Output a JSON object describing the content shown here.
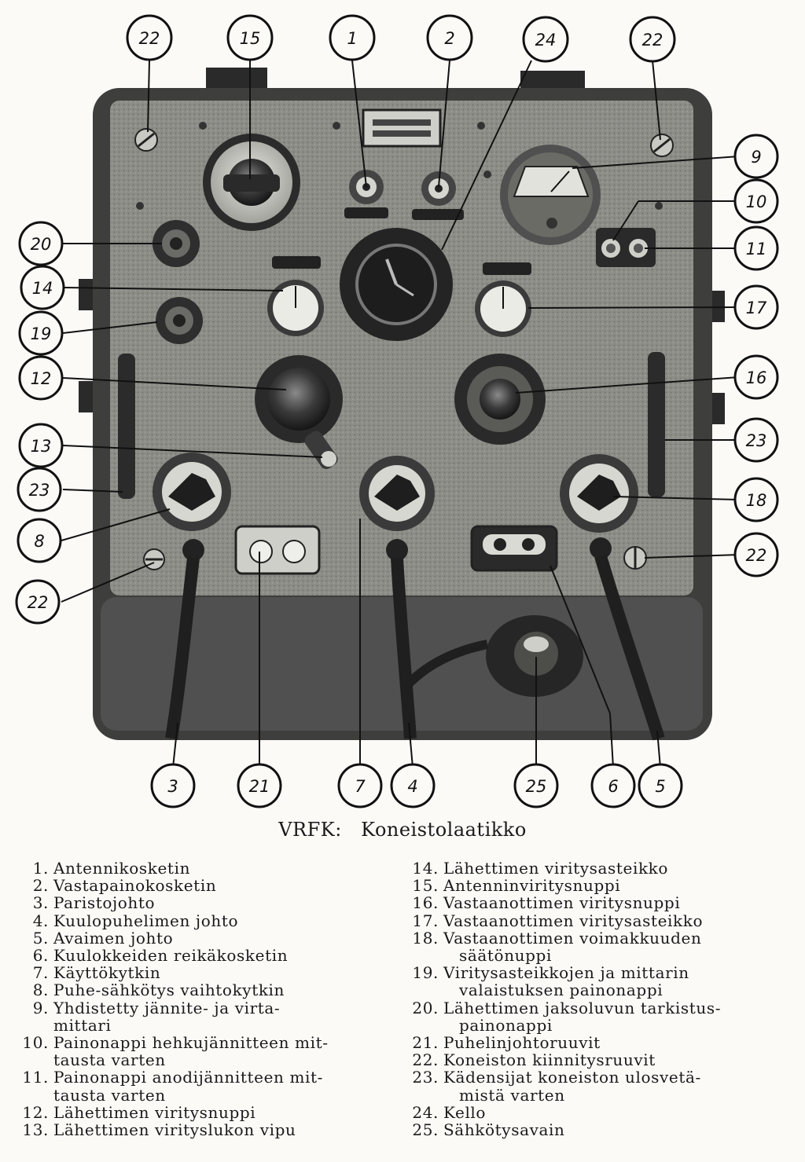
{
  "figure": {
    "caption": "VRFK:   Koneistolaatikko",
    "callouts_top": [
      "22",
      "15",
      "1",
      "2",
      "24",
      "22"
    ],
    "callouts_left": [
      "20",
      "14",
      "19",
      "12",
      "13",
      "23",
      "8",
      "22"
    ],
    "callouts_right": [
      "9",
      "10",
      "11",
      "17",
      "16",
      "23",
      "18",
      "22"
    ],
    "callouts_bottom": [
      "3",
      "21",
      "7",
      "4",
      "25",
      "6",
      "5"
    ]
  },
  "legend": {
    "left": [
      {
        "num": "1.",
        "lines": [
          "Antennikosketin"
        ]
      },
      {
        "num": "2.",
        "lines": [
          "Vastapainokosketin"
        ]
      },
      {
        "num": "3.",
        "lines": [
          "Paristojohto"
        ]
      },
      {
        "num": "4.",
        "lines": [
          "Kuulopuhelimen johto"
        ]
      },
      {
        "num": "5.",
        "lines": [
          "Avaimen johto"
        ]
      },
      {
        "num": "6.",
        "lines": [
          "Kuulokkeiden reikäkosketin"
        ]
      },
      {
        "num": "7.",
        "lines": [
          "Käyttökytkin"
        ]
      },
      {
        "num": "8.",
        "lines": [
          "Puhe-sähkötys vaihtokytkin"
        ]
      },
      {
        "num": "9.",
        "lines": [
          "Yhdistetty jännite- ja virta-",
          "mittari"
        ]
      },
      {
        "num": "10.",
        "lines": [
          "Painonappi hehkujännitteen mit-",
          "tausta varten"
        ]
      },
      {
        "num": "11.",
        "lines": [
          "Painonappi anodijännitteen mit-",
          "tausta varten"
        ]
      },
      {
        "num": "12.",
        "lines": [
          "Lähettimen viritysnuppi"
        ]
      },
      {
        "num": "13.",
        "lines": [
          "Lähettimen virityslukon vipu"
        ]
      }
    ],
    "right": [
      {
        "num": "14.",
        "lines": [
          "Lähettimen viritysasteikko"
        ]
      },
      {
        "num": "15.",
        "lines": [
          "Antenninviritysnuppi"
        ]
      },
      {
        "num": "16.",
        "lines": [
          "Vastaanottimen viritysnuppi"
        ]
      },
      {
        "num": "17.",
        "lines": [
          "Vastaanottimen viritysasteikko"
        ]
      },
      {
        "num": "18.",
        "lines": [
          "Vastaanottimen voimakkuuden",
          "säätönuppi"
        ]
      },
      {
        "num": "19.",
        "lines": [
          "Viritysasteikkojen ja mittarin",
          "valaistuksen painonappi"
        ]
      },
      {
        "num": "20.",
        "lines": [
          "Lähettimen jaksoluvun tarkistus-",
          "painonappi"
        ]
      },
      {
        "num": "21.",
        "lines": [
          "Puhelinjohtoruuvit"
        ]
      },
      {
        "num": "22.",
        "lines": [
          "Koneiston kiinnitysruuvit"
        ]
      },
      {
        "num": "23.",
        "lines": [
          "Kädensijat koneiston ulosvetä-",
          "mistä varten"
        ]
      },
      {
        "num": "24.",
        "lines": [
          "Kello"
        ]
      },
      {
        "num": "25.",
        "lines": [
          "Sähkötysavain"
        ]
      }
    ]
  }
}
